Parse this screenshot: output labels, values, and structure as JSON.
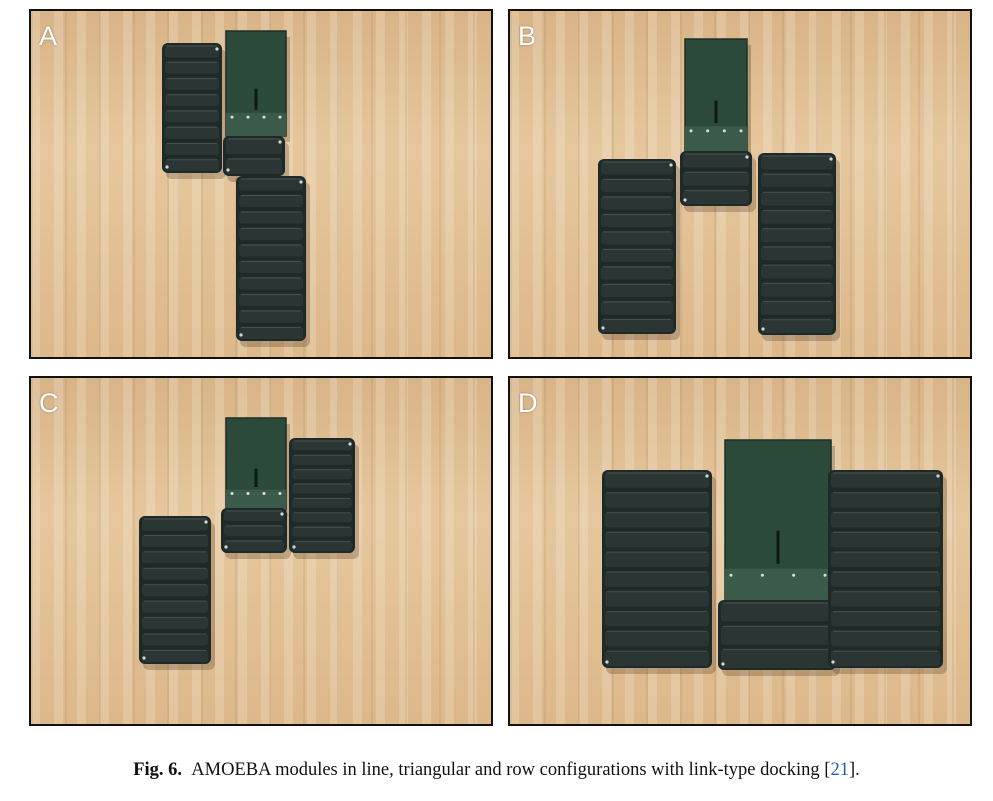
{
  "panels": [
    {
      "id": "a",
      "label": "A"
    },
    {
      "id": "b",
      "label": "B"
    },
    {
      "id": "c",
      "label": "C"
    },
    {
      "id": "d",
      "label": "D"
    }
  ],
  "caption": {
    "figure_label": "Fig. 6.",
    "text_before_ref": "AMOEBA modules in line, triangular and row configurations with link-type docking [",
    "ref": "21",
    "text_after_ref": "]."
  },
  "colors": {
    "floor": "#dcb88a",
    "track": "#1e2a28",
    "track_segment": "#2b3634",
    "body": "#2c4a3a",
    "frame": "#111111",
    "ref_link": "#1f5fa8"
  }
}
